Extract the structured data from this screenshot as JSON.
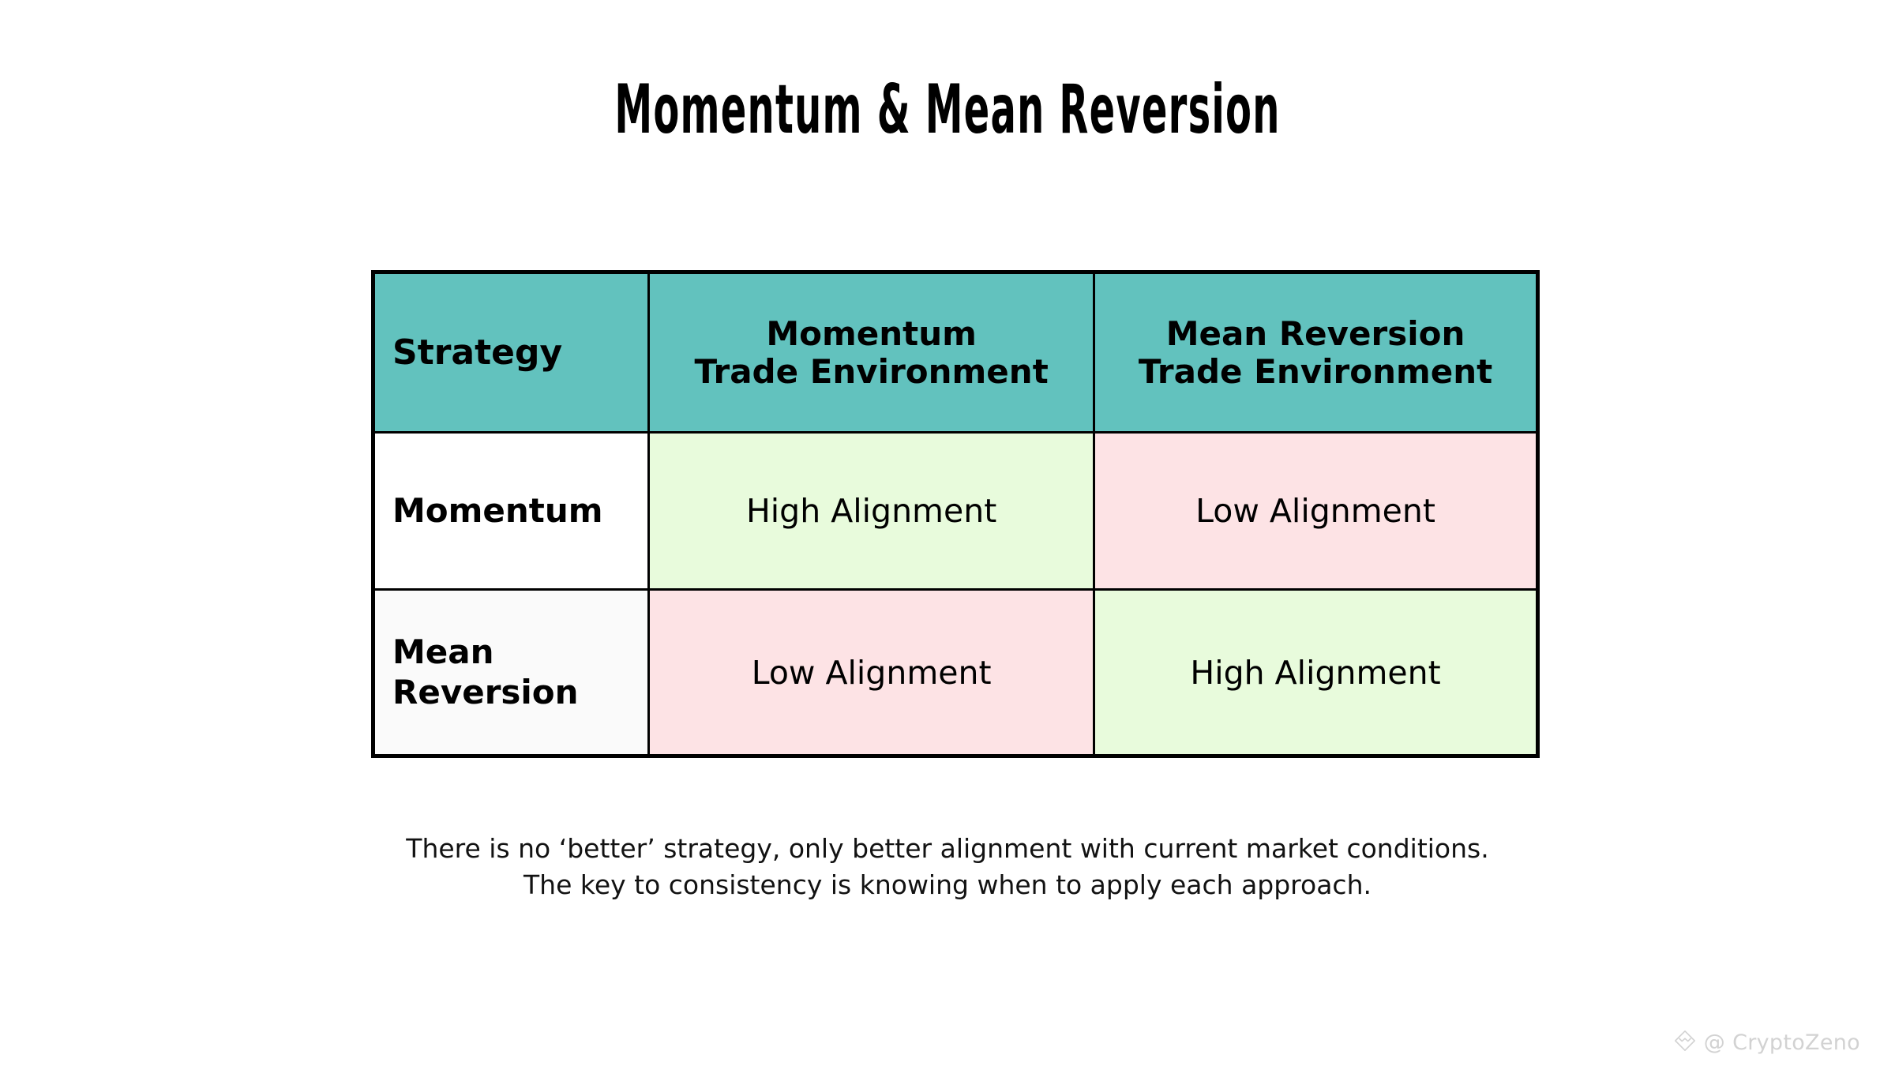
{
  "slide": {
    "title": "Momentum  &  Mean  Reversion",
    "background_color": "#ffffff"
  },
  "colors": {
    "header_teal": "#62c2be",
    "high_alignment_green": "#e8fbdc",
    "low_alignment_pink": "#fde3e5",
    "row_label_white": "#ffffff",
    "row_label_offwhite": "#fafafa",
    "border_black": "#000000",
    "watermark_gray": "#d2d2d2"
  },
  "table": {
    "headers": {
      "col1": "Strategy",
      "col2_line1": "Momentum",
      "col2_line2": "Trade Environment",
      "col3_line1": "Mean Reversion",
      "col3_line2": "Trade Environment"
    },
    "rows": [
      {
        "label_line1": "Momentum",
        "label_line2": "",
        "momentum_env": "High Alignment",
        "meanreversion_env": "Low Alignment"
      },
      {
        "label_line1": "Mean",
        "label_line2": "Reversion",
        "momentum_env": "Low Alignment",
        "meanreversion_env": "High Alignment"
      }
    ]
  },
  "caption": {
    "line1": "There is no ‘better’ strategy, only better alignment with current market conditions.",
    "line2": "The key to consistency is knowing when to apply each approach."
  },
  "watermark": {
    "at": "@",
    "handle": "CryptoZeno",
    "logo_icon": "diamond-chevron-logo-icon"
  }
}
